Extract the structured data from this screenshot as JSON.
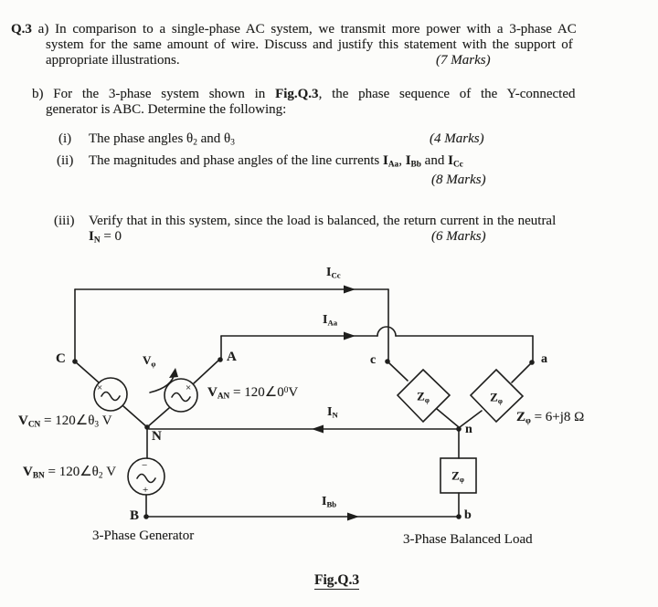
{
  "question": {
    "a": {
      "line1_html": "<b>Q.3</b> a) In comparison to a single-phase AC system, we transmit more power with a 3-phase AC",
      "line2": "system for the same amount of wire. Discuss and justify this statement with the support of",
      "line3": "appropriate illustrations.",
      "marks": "(7 Marks)"
    },
    "b": {
      "line1_html": "b) For the 3-phase system shown in <b>Fig.Q.3</b>, the phase sequence of the Y-connected",
      "line2": "generator is ABC. Determine the following:",
      "items": [
        {
          "marker": "(i)",
          "text_html": "The phase angles θ<sub>2</sub> and θ<sub>3</sub>",
          "marks": "(4 Marks)"
        },
        {
          "marker": "(ii)",
          "text_html": "The magnitudes and phase angles of the line currents <b>I</b><sub><b>Aa</b></sub>, <b>I</b><sub><b>Bb</b></sub> and <b>I</b><sub><b>Cc</b></sub>",
          "marks": "(8 Marks)"
        },
        {
          "marker": "(iii)",
          "text_html": "Verify that in this system, since the load is balanced, the return current in the neutral",
          "text2_html": "<b>I</b><sub><b>N</b></sub> = 0",
          "marks": "(6 Marks)"
        }
      ]
    }
  },
  "figure": {
    "caption": "Fig.Q.3",
    "generator_title": "3-Phase Generator",
    "load_title": "3-Phase Balanced Load",
    "impedance_note_html": "<b>Z</b><sub><b>φ</b></sub> = 6+j8 Ω",
    "labels": {
      "i_cc_html": "<b>I</b><sub><b>Cc</b></sub>",
      "i_aa_html": "<b>I</b><sub><b>Aa</b></sub>",
      "i_n_html": "<b>I</b><sub><b>N</b></sub>",
      "i_bb_html": "<b>I</b><sub><b>Bb</b></sub>",
      "v_phi_html": "<b>V</b><sub><b>φ</b></sub>",
      "v_an_html": "<b>V</b><sub><b>AN</b></sub> = 120∠0<sup>0</sup>V",
      "v_cn_html": "<b>V</b><sub><b>CN</b></sub> = 120∠θ<sub>3</sub> V",
      "v_bn_html": "<b>V</b><sub><b>BN</b></sub> = 120∠θ<sub>2</sub> V",
      "z_phi_html": "<b>Z</b><sub><b>φ</b></sub>",
      "nodes": {
        "C": "C",
        "A": "A",
        "N": "N",
        "B": "B",
        "c": "c",
        "a": "a",
        "n": "n",
        "b": "b"
      },
      "marks": {
        "cross": "×",
        "plus": "+",
        "minus": "−"
      }
    }
  }
}
